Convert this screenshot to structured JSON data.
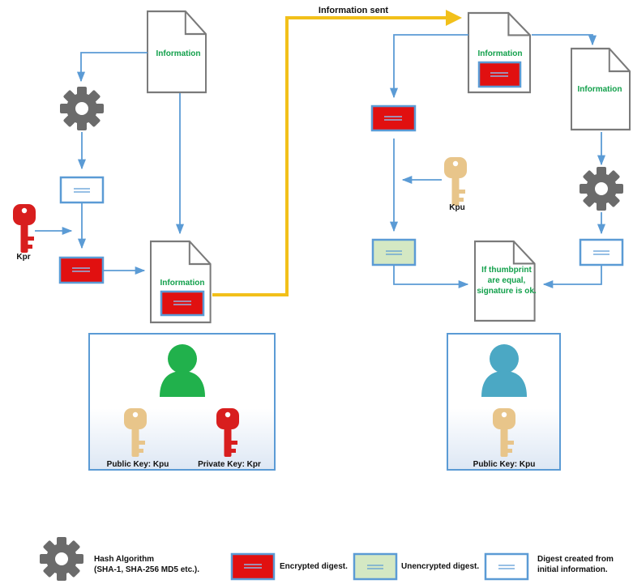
{
  "labels": {
    "information_sent": "Information sent",
    "information": "Information",
    "kpr": "Kpr",
    "kpu": "Kpu",
    "verify_line1": "If thumbprint",
    "verify_line2": "are equal,",
    "verify_line3": "signature is ok."
  },
  "sender": {
    "public_key_label": "Public Key: Kpu",
    "private_key_label": "Private Key: Kpr"
  },
  "receiver": {
    "public_key_label": "Public Key: Kpu"
  },
  "legend": {
    "hash_line1": "Hash Algorithm",
    "hash_line2": "(SHA-1, SHA-256 MD5 etc.).",
    "encrypted": "Encrypted digest.",
    "unencrypted": "Unencrypted digest.",
    "digest_line1": "Digest created from",
    "digest_line2": "initial information."
  },
  "colors": {
    "arrow": "#5b9bd5",
    "transfer": "#f2c01a",
    "encrypted": "#e11010",
    "unencrypted": "#d4e8c3",
    "sender_user": "#21b14c",
    "receiver_user": "#4ba8c4",
    "public_key": "#e8c58a",
    "private_key": "#d81e1e",
    "gear": "#6b6b6b"
  },
  "icons": [
    "gear-icon",
    "key-icon",
    "user-icon",
    "document-icon"
  ]
}
